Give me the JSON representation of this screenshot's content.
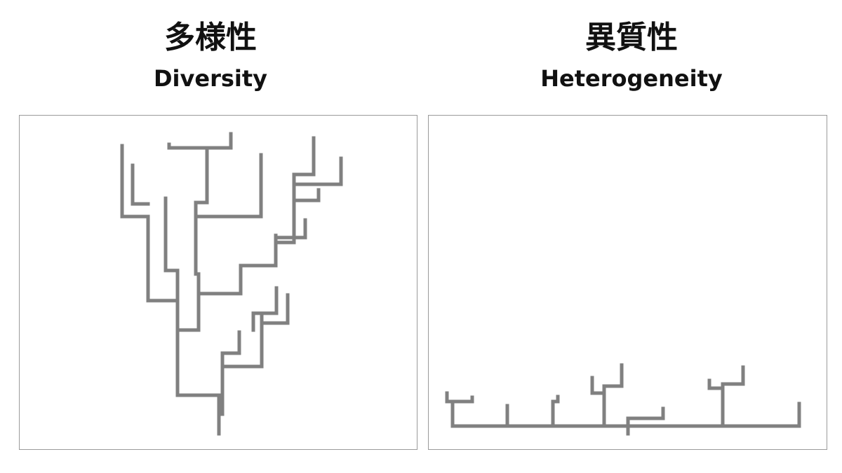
{
  "panels": [
    {
      "title_jp": "多様性",
      "title_en": "Diversity"
    },
    {
      "title_jp": "異質性",
      "title_en": "Heterogeneity"
    }
  ],
  "colors": {
    "branch": "#808080",
    "frame_border": "#9a9a9a",
    "text": "#111111"
  }
}
